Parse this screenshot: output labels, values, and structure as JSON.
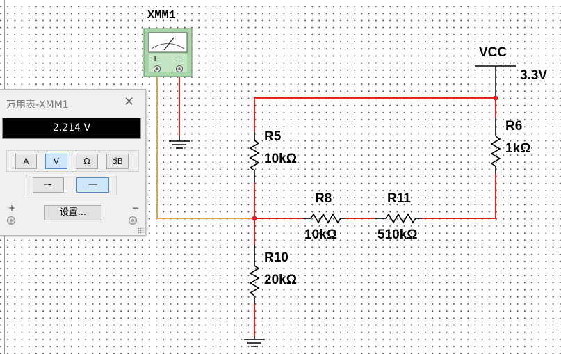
{
  "instrument": {
    "ref": "XMM1",
    "meter_window": {
      "title": "万用表-XMM1",
      "reading": "2.214 V",
      "modes": [
        {
          "label": "A",
          "active": false
        },
        {
          "label": "V",
          "active": true
        },
        {
          "label": "Ω",
          "active": false
        },
        {
          "label": "dB",
          "active": false
        }
      ],
      "waveforms": [
        {
          "name": "ac",
          "glyph": "∼",
          "active": false
        },
        {
          "name": "dc",
          "glyph": "—",
          "active": true
        }
      ],
      "settings_label": "设置...",
      "plus_label": "+",
      "minus_label": "−"
    },
    "terminals": {
      "plus": "+",
      "minus": "−"
    }
  },
  "source": {
    "name": "VCC",
    "voltage": "3.3V"
  },
  "components": [
    {
      "ref": "R5",
      "value": "10kΩ"
    },
    {
      "ref": "R6",
      "value": "1kΩ"
    },
    {
      "ref": "R8",
      "value": "10kΩ"
    },
    {
      "ref": "R11",
      "value": "510kΩ"
    },
    {
      "ref": "R10",
      "value": "20kΩ"
    }
  ],
  "colors": {
    "wire_red": "#e8211d",
    "wire_orange": "#f0a030",
    "component_black": "#000000",
    "node_dot": "#e8211d",
    "meter_body": "#a8d5a8"
  }
}
